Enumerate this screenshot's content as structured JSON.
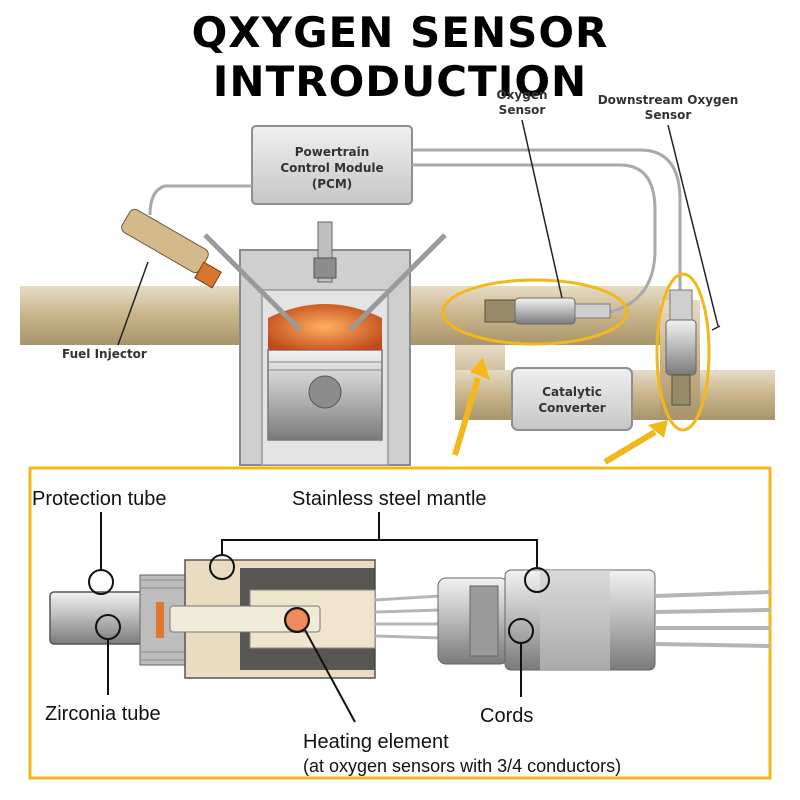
{
  "title": "QXYGEN SENSOR INTRODUCTION",
  "engine": {
    "pcm_line1": "Powertrain",
    "pcm_line2": "Control Module",
    "pcm_line3": "(PCM)",
    "o2_line1": "Oxygen",
    "o2_line2": "Sensor",
    "down_line1": "Downstream Oxygen",
    "down_line2": "Sensor",
    "injector": "Fuel Injector",
    "cat_line1": "Catalytic",
    "cat_line2": "Converter"
  },
  "detail": {
    "protection_tube": "Protection tube",
    "mantle": "Stainless steel mantle",
    "zirconia_tube": "Zirconia tube",
    "cords": "Cords",
    "heating_line1": "Heating element",
    "heating_line2": "(at oxygen sensors with 3/4 conductors)"
  },
  "colors": {
    "highlight": "#f2b81a",
    "exhaust": "#c9b48a",
    "combustion": "#e0662a"
  }
}
